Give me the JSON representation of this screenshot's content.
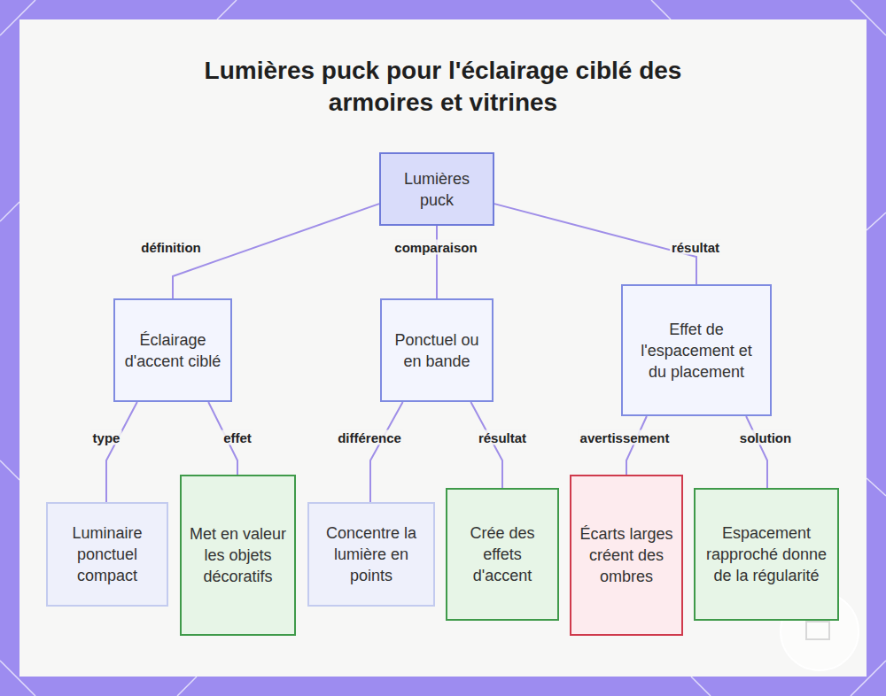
{
  "diagram": {
    "title": "Lumières puck pour l'éclairage ciblé des armoires et vitrines",
    "nodes": [
      {
        "text": [
          "Lumières puck"
        ]
      },
      {
        "text": [
          "Éclairage d'accent ciblé"
        ]
      },
      {
        "text": [
          "Ponctuel ou en bande"
        ]
      },
      {
        "text": [
          "Effet de l'espacement et du placement"
        ]
      },
      {
        "text": [
          "Luminaire ponctuel compact"
        ]
      },
      {
        "text": [
          "Met en valeur les objets décoratifs"
        ]
      },
      {
        "text": [
          "Concentre la lumière en points"
        ]
      },
      {
        "text": [
          "Crée des effets d'accent"
        ]
      },
      {
        "text": [
          "Écarts larges créent des ombres"
        ]
      },
      {
        "text": [
          "Espacement rapproché donne de la régularité"
        ]
      }
    ],
    "edges": [
      {
        "from": 0,
        "to": 1,
        "label": "définition",
        "arrow": "none"
      },
      {
        "from": 0,
        "to": 2,
        "label": "comparaison",
        "arrow": "none"
      },
      {
        "from": 0,
        "to": 3,
        "label": "résultat",
        "arrow": "none"
      },
      {
        "from": 1,
        "to": 4,
        "label": "type",
        "arrow": "none"
      },
      {
        "from": 1,
        "to": 5,
        "label": "effet",
        "arrow": "none"
      },
      {
        "from": 2,
        "to": 6,
        "label": "différence",
        "arrow": "none"
      },
      {
        "from": 2,
        "to": 7,
        "label": "résultat",
        "arrow": "none"
      },
      {
        "from": 3,
        "to": 8,
        "label": "avertissement",
        "arrow": "none"
      },
      {
        "from": 3,
        "to": 9,
        "label": "solution",
        "arrow": "none"
      }
    ]
  }
}
